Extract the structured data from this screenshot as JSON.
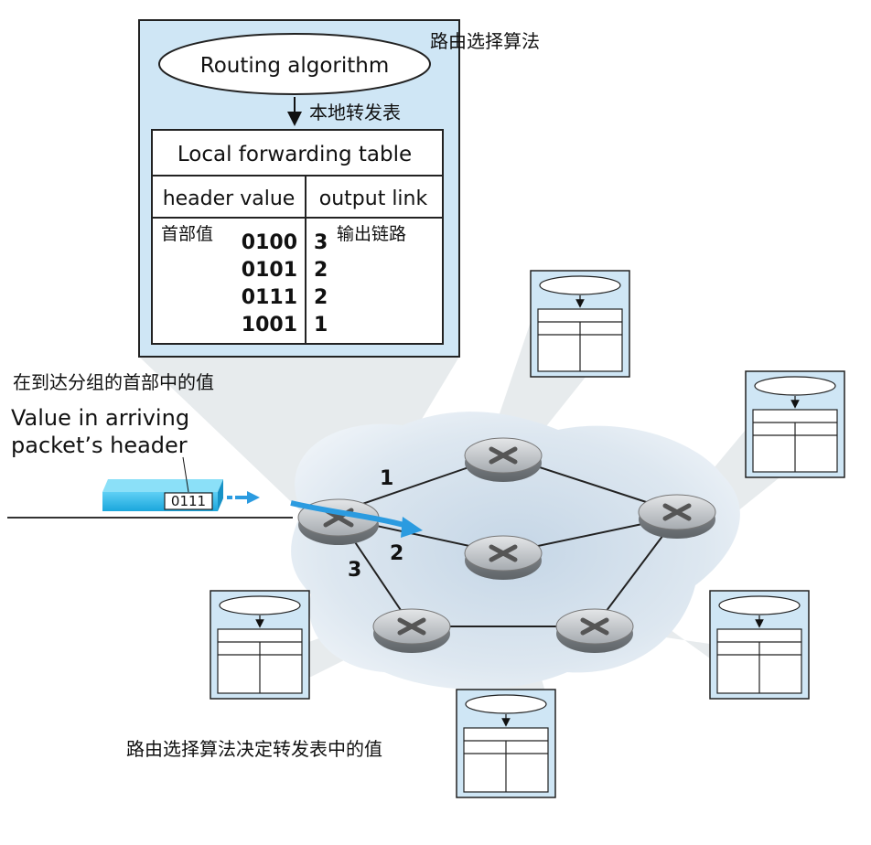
{
  "labels": {
    "routing_algorithm": "Routing algorithm",
    "routing_algorithm_cn": "路由选择算法",
    "local_forwarding_table_cn": "本地转发表",
    "table_title": "Local forwarding table",
    "header_value_col": "header value",
    "output_link_col": "output link",
    "header_value_cn": "首部值",
    "output_link_cn": "输出链路",
    "arriving_value_cn": "在到达分组的首部中的值",
    "arriving_value_line1": "Value in arriving",
    "arriving_value_line2": "packet’s header",
    "packet_value": "0111",
    "link_1": "1",
    "link_2": "2",
    "link_3": "3",
    "caption_cn": "路由选择算法决定转发表中的值"
  },
  "forwarding_table": [
    {
      "header": "0100",
      "link": "3"
    },
    {
      "header": "0101",
      "link": "2"
    },
    {
      "header": "0111",
      "link": "2"
    },
    {
      "header": "1001",
      "link": "1"
    }
  ],
  "colors": {
    "panel_fill": "#cfe6f5",
    "cloud_fill": "#dde7f0",
    "arrow_blue": "#2b9be0",
    "router_gray": "#9aa0a6"
  }
}
